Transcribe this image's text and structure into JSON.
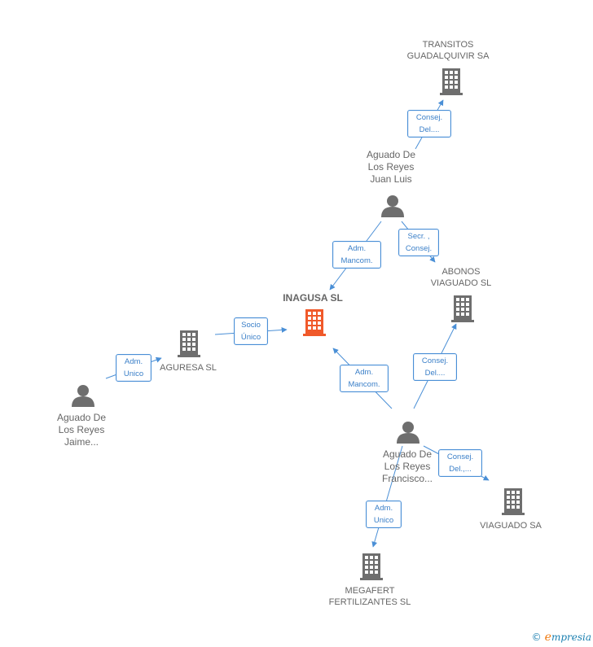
{
  "nodes": {
    "transitos": {
      "label": "TRANSITOS\nGUADALQUIVIR SA"
    },
    "juan_luis": {
      "label": "Aguado De\nLos Reyes\nJuan Luis"
    },
    "abonos": {
      "label": "ABONOS\nVIAGUADO SL"
    },
    "inagusa": {
      "label": "INAGUSA SL"
    },
    "aguresa": {
      "label": "AGURESA SL"
    },
    "jaime": {
      "label": "Aguado De\nLos Reyes\nJaime..."
    },
    "francisco": {
      "label": "Aguado De\nLos Reyes\nFrancisco..."
    },
    "viaguado": {
      "label": "VIAGUADO SA"
    },
    "megafert": {
      "label": "MEGAFERT\nFERTILIZANTES SL"
    }
  },
  "edges": {
    "jl_transitos": "Consej.\nDel....",
    "jl_inagusa": "Adm.\nMancom.",
    "jl_abonos": "Secr. ,\nConsej.",
    "aguresa_inagusa": "Socio\nÚnico",
    "jaime_aguresa": "Adm.\nUnico",
    "fr_inagusa": "Adm.\nMancom.",
    "fr_abonos": "Consej.\nDel....",
    "fr_viaguado": "Consej.\nDel.,...",
    "fr_megafert": "Adm.\nUnico"
  },
  "colors": {
    "edge": "#4a8fd6",
    "icon": "#6e6e6e",
    "main_company": "#f0592a"
  },
  "footer": {
    "copyright": "©",
    "brand_e": "e",
    "brand_rest": "mpresia"
  }
}
